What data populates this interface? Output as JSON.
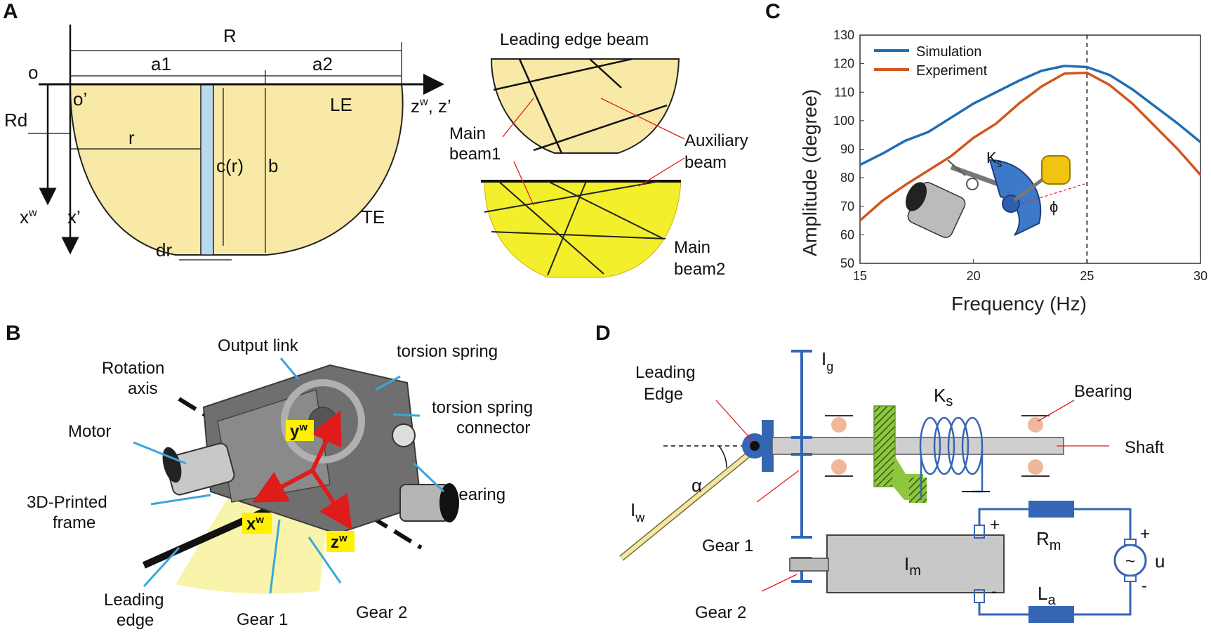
{
  "panels": {
    "a": "A",
    "b": "B",
    "c": "C",
    "d": "D"
  },
  "panel_a": {
    "R": "R",
    "a1": "a1",
    "a2": "a2",
    "o": "o",
    "o_prime": "o’",
    "Rd": "Rd",
    "r": "r",
    "c_r": "c(r)",
    "b": "b",
    "LE": "LE",
    "TE": "TE",
    "xw": "x",
    "xw_sup": "w",
    "x_prime": "x’",
    "dr": "dr",
    "zw": "z",
    "zw_sup": "w",
    "z_prime": ", z’",
    "leading_edge_beam": "Leading edge beam",
    "main_beam1_l1": "Main",
    "main_beam1_l2": "beam1",
    "aux_l1": "Auxiliary",
    "aux_l2": "beam",
    "main_beam2_l1": "Main",
    "main_beam2_l2": "beam2"
  },
  "panel_b": {
    "output_link": "Output link",
    "torsion_spring": "torsion spring",
    "rotation_axis_l1": "Rotation",
    "rotation_axis_l2": "axis",
    "connector_l1": "torsion spring",
    "connector_l2": "connector",
    "motor": "Motor",
    "frame_l1": "3D-Printed",
    "frame_l2": "frame",
    "bearing": "bearing",
    "leading_edge_l1": "Leading",
    "leading_edge_l2": "edge",
    "gear1": "Gear 1",
    "gear2": "Gear 2",
    "yw": "y",
    "xw": "x",
    "zw": "z",
    "sup": "w"
  },
  "panel_c": {
    "ks": "K",
    "ks_sub": "s",
    "phi": "ϕ",
    "dashed_line_x": 25
  },
  "chart_data": {
    "type": "line",
    "xlabel": "Frequency (Hz)",
    "ylabel": "Amplitude (degree)",
    "xlim": [
      15,
      30
    ],
    "ylim": [
      50,
      130
    ],
    "xticks": [
      15,
      20,
      25,
      30
    ],
    "yticks": [
      50,
      60,
      70,
      80,
      90,
      100,
      110,
      120,
      130
    ],
    "legend": "top-left",
    "grid": false,
    "series": [
      {
        "name": "Simulation",
        "color": "#1f6fb4",
        "x": [
          15,
          16,
          17,
          18,
          19,
          20,
          21,
          22,
          23,
          24,
          25,
          26,
          27,
          28,
          29,
          30
        ],
        "y": [
          84.5,
          88.5,
          93,
          96,
          101,
          106,
          110,
          114,
          117.5,
          119.2,
          118.8,
          116,
          111,
          105,
          99,
          92.5
        ]
      },
      {
        "name": "Experiment",
        "color": "#d2561e",
        "x": [
          15,
          16,
          17,
          18,
          19,
          20,
          21,
          22,
          23,
          24,
          25,
          26,
          27,
          28,
          29,
          30
        ],
        "y": [
          65,
          72,
          77.5,
          82.5,
          87.5,
          94,
          99,
          106,
          112,
          116.5,
          116.8,
          112.5,
          106,
          98,
          90,
          81
        ]
      }
    ]
  },
  "panel_d": {
    "leading_l1": "Leading",
    "leading_l2": "Edge",
    "ig": "I",
    "ig_sub": "g",
    "ks": "K",
    "ks_sub": "s",
    "bearing": "Bearing",
    "shaft": "Shaft",
    "alpha": "α",
    "iw": "I",
    "iw_sub": "w",
    "gear1": "Gear 1",
    "gear2": "Gear 2",
    "im": "I",
    "im_sub": "m",
    "rm": "R",
    "rm_sub": "m",
    "la": "L",
    "la_sub": "a",
    "u": "u",
    "plus": "+",
    "minus": "-",
    "tilde": "~"
  },
  "colors": {
    "wing": "#f8e9a6",
    "wing_photo": "#f3ef2a",
    "spar": "#b9d9ef",
    "blue": "#3566b5",
    "green": "#8fc63f",
    "bearing": "#f1b79a",
    "motor_body": "#c8c8c8",
    "callout": "#3aa6dd"
  }
}
